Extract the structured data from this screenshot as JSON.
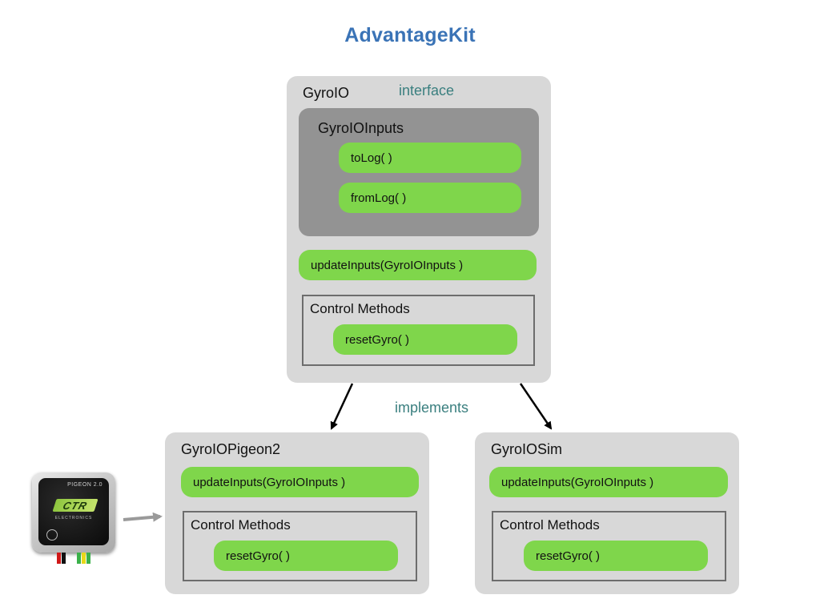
{
  "title": "AdvantageKit",
  "gyro_io": {
    "name": "GyroIO",
    "tag": "interface",
    "inputs": {
      "name": "GyroIOInputs",
      "methods": [
        "toLog( )",
        "fromLog( )"
      ]
    },
    "update_method": "updateInputs(GyroIOInputs )",
    "control": {
      "title": "Control Methods",
      "methods": [
        "resetGyro( )"
      ]
    }
  },
  "relation_label": "implements",
  "implementations": [
    {
      "name": "GyroIOPigeon2",
      "update_method": "updateInputs(GyroIOInputs )",
      "control": {
        "title": "Control Methods",
        "methods": [
          "resetGyro( )"
        ]
      }
    },
    {
      "name": "GyroIOSim",
      "update_method": "updateInputs(GyroIOInputs )",
      "control": {
        "title": "Control Methods",
        "methods": [
          "resetGyro( )"
        ]
      }
    }
  ],
  "device": {
    "model_text": "PIGEON 2.0",
    "logo_text": "CTR",
    "maker_text": "ELECTRONICS",
    "colors": {
      "body": "#c9c9c9",
      "face": "#141414",
      "logo": "#8ec63f",
      "wire_red": "#d01818",
      "wire_black": "#111111",
      "wire_green": "#3bb14a",
      "wire_yellow": "#e8d81a"
    }
  },
  "colors": {
    "title": "#3a73b6",
    "panel": "#d8d8d8",
    "inner_panel": "#939393",
    "method_pill": "#7fd64b",
    "tag": "#3a7f7f",
    "arrow": "#000000",
    "device_arrow": "#9a9a9a"
  }
}
